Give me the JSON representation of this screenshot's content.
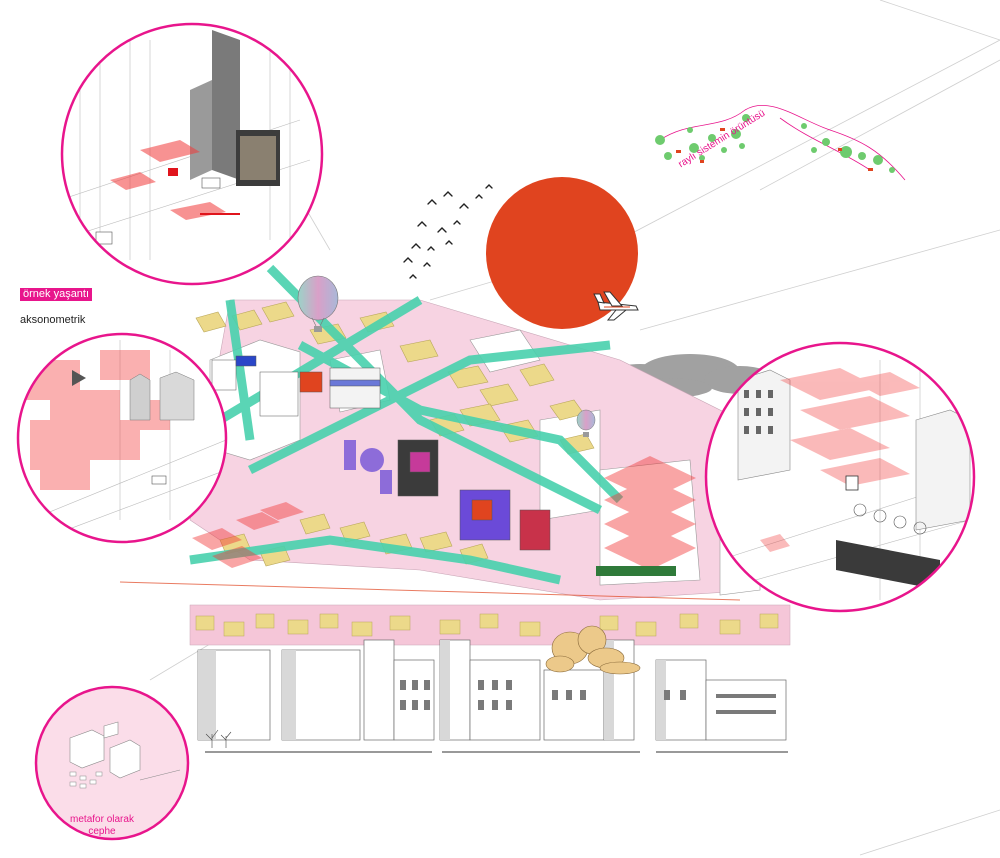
{
  "labels": {
    "example_life": "örnek yaşantı",
    "axonometric": "aksonometrik",
    "rail_pattern": "raylı sistemin örüntüsü",
    "facade_metaphor_line1": "metafor olarak",
    "facade_metaphor_line2": "cephe"
  },
  "colors": {
    "magenta": "#e8158c",
    "pink_zone": "#f5c6d8",
    "yellow_block": "#ecd98a",
    "teal_rail": "#49d1ad",
    "sun_red": "#e0441f",
    "red_overlay": "#f23a3a",
    "line_gray": "#b9b9b9"
  }
}
